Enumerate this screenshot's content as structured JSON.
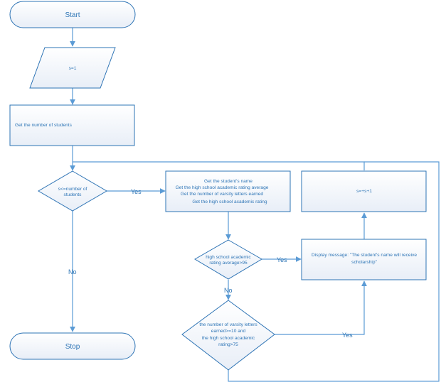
{
  "nodes": {
    "start": {
      "text": "Start"
    },
    "init": {
      "text": "s=1"
    },
    "get_count": {
      "text": "Get the number of students"
    },
    "loop_check": {
      "lines": [
        "s<=number of",
        "students"
      ]
    },
    "get_info": {
      "lines": [
        "Get the student's name",
        "Get the high school academic rating average",
        "Get the number of varsity letters earned",
        "Get the high school academic rating"
      ]
    },
    "avg_check": {
      "lines": [
        "high school academic",
        "rating average>95"
      ]
    },
    "letters_check": {
      "lines": [
        "the number of varsity letters",
        "earned>=10 and",
        "the high school academic",
        "rating>75"
      ]
    },
    "display": {
      "lines": [
        "Display message: \"The student's name will receive",
        "scholarship\""
      ]
    },
    "increment": {
      "text": "s=+s+1"
    },
    "stop": {
      "text": "Stop"
    }
  },
  "edges": {
    "loop_yes": "Yes",
    "loop_no": "No",
    "avg_yes": "Yes",
    "avg_no": "No",
    "letters_yes": "Yes"
  }
}
